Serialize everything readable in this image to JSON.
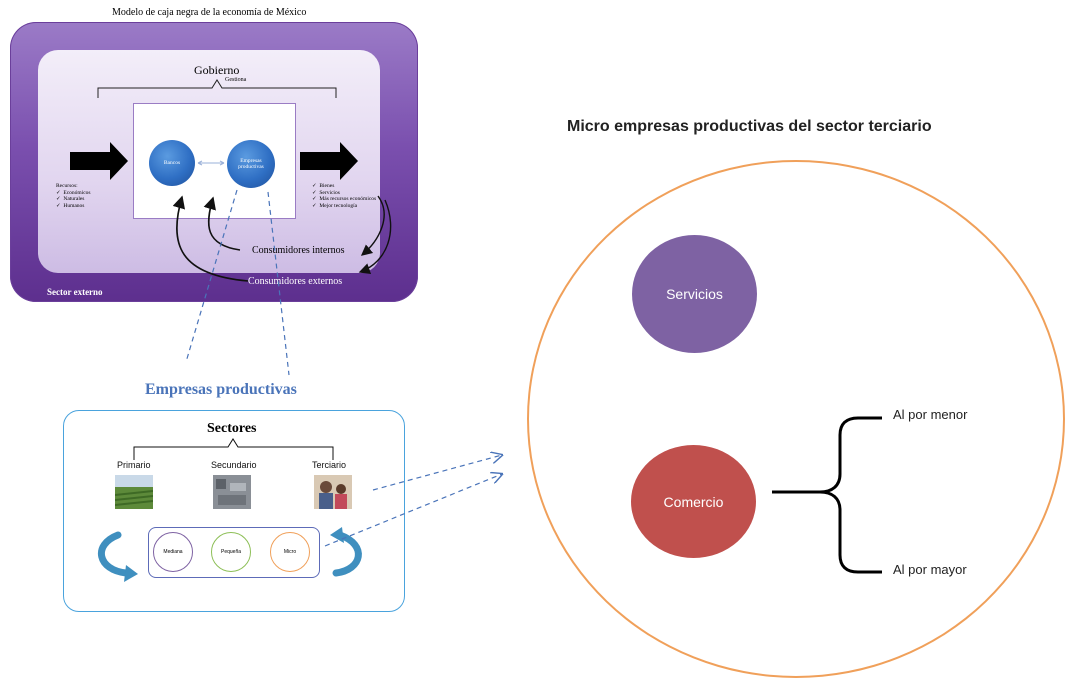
{
  "title": "Modelo de caja negra de la economía de México",
  "gobierno": "Gobierno",
  "gestiona": "Gestiona",
  "bancos": "Bancos",
  "empresas_productivas_small": "Empresas productivas",
  "recursos": {
    "heading": "Recursos:",
    "items": [
      "Económicos",
      "Naturales",
      "Humanos"
    ]
  },
  "outputs": [
    "Bienes",
    "Servicios",
    "Más recursos económicos",
    "Mejor tecnología"
  ],
  "consumidores_internos": "Consumidores internos",
  "consumidores_externos": "Consumidores externos",
  "sector_externo": "Sector externo",
  "empresas_productivas_heading": "Empresas productivas",
  "sectores": "Sectores",
  "sector_labels": [
    "Primario",
    "Secundario",
    "Terciario"
  ],
  "sizes": [
    "Mediana",
    "Pequeña",
    "Micro"
  ],
  "right_title": "Micro empresas productivas del sector terciario",
  "servicios": "Servicios",
  "comercio": "Comercio",
  "al_por_menor": "Al por menor",
  "al_por_mayor": "Al por mayor",
  "colors": {
    "purple": "#7a4fae",
    "blue_ball": "#2f6fc4",
    "orange_circle": "#f0a05a",
    "servicios": "#7e62a3",
    "comercio": "#c0504d",
    "sectores_border": "#4aa3dd",
    "arrow_green": "#3f8fbf"
  }
}
